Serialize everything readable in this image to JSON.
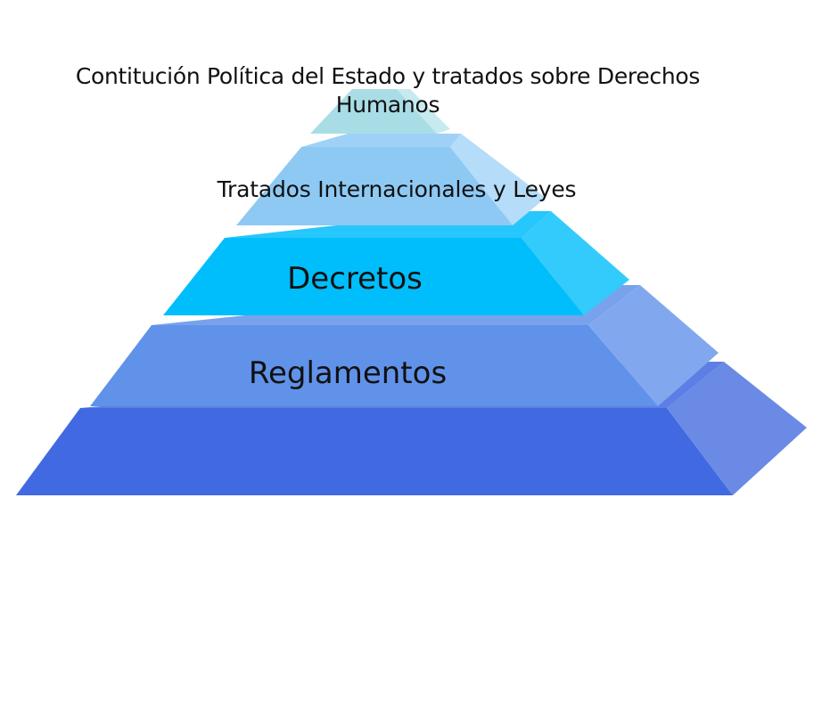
{
  "pyramid": {
    "levels": [
      {
        "label": "Contitución Política del Estado y tratados sobre Derechos Humanos",
        "color": "#a9dde6",
        "side_color": "#c7eaef"
      },
      {
        "label": "Tratados Internacionales y Leyes",
        "color": "#8ec9f4",
        "side_color": "#b5dcf8"
      },
      {
        "label": "Decretos",
        "color": "#00bdfb",
        "side_color": "#33cbfc"
      },
      {
        "label": "Reglamentos",
        "color": "#6192ea",
        "side_color": "#81a8ef"
      },
      {
        "label": "",
        "color": "#4169e1",
        "side_color": "#6a8ae6"
      }
    ]
  }
}
